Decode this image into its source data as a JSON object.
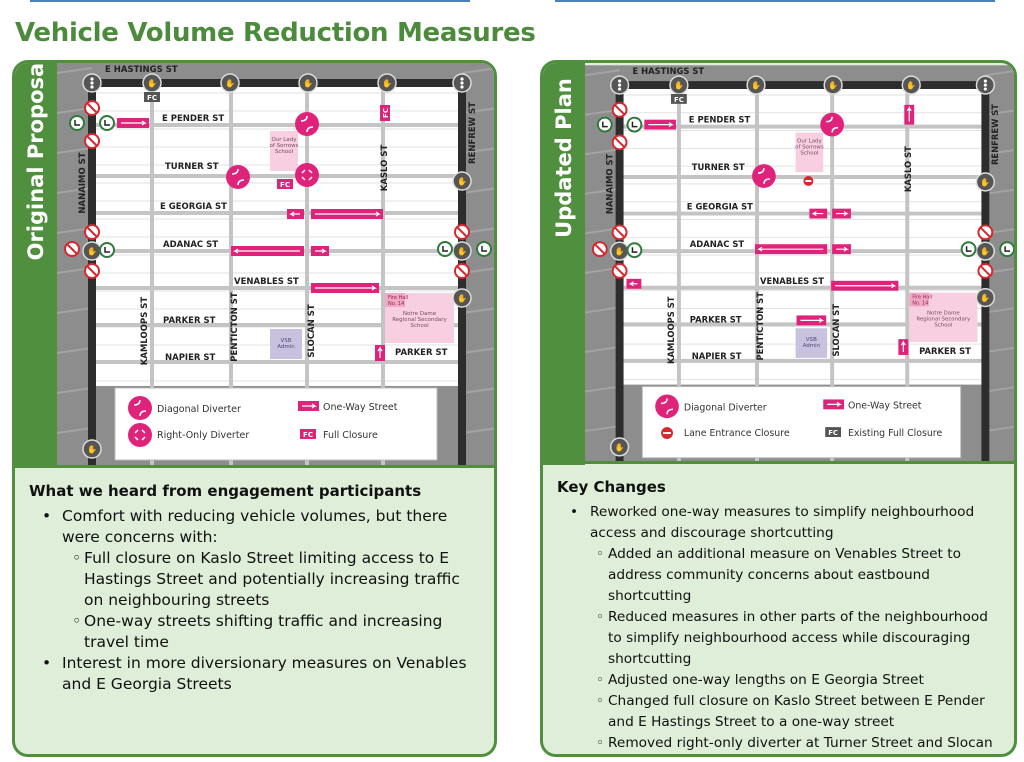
{
  "title": "Vehicle Volume Reduction Measures",
  "colors": {
    "brand_green": "#4f8f3e",
    "measure_pink": "#e0237a",
    "panel_bg": "#deeed9"
  },
  "streets": {
    "hastings": "E HASTINGS ST",
    "pender": "E PENDER ST",
    "turner": "TURNER ST",
    "georgia": "E GEORGIA ST",
    "adanac": "ADANAC ST",
    "venables": "VENABLES ST",
    "parker": "PARKER ST",
    "napier": "NAPIER ST",
    "parker2": "PARKER ST",
    "nanaimo": "NANAIMO ST",
    "kamloops": "KAMLOOPS ST",
    "penticton": "PENTICTON ST",
    "slocan": "SLOCAN ST",
    "kaslo": "KASLO ST",
    "renfrew": "RENFREW ST"
  },
  "places": {
    "school1": [
      "Our Lady",
      "of Sorrows",
      "School"
    ],
    "firehall": [
      "Fire Hall",
      "No. 14"
    ],
    "notredame": [
      "Notre Dame",
      "Regional Secondary",
      "School"
    ],
    "vsb": [
      "VSB",
      "Admin"
    ],
    "fc": "FC"
  },
  "left": {
    "label": "Original Proposal",
    "legend": [
      "Diagonal Diverter",
      "Right-Only Diverter",
      "One-Way Street",
      "Full Closure"
    ],
    "heading": "What we heard from engagement participants",
    "bullets": [
      {
        "text": "Comfort with reducing vehicle volumes, but there were concerns with:",
        "sub": [
          "Full closure on Kaslo Street limiting access to E Hastings Street and potentially increasing traffic on neighbouring streets",
          "One-way streets shifting traffic and increasing travel time"
        ]
      },
      {
        "text": "Interest in more diversionary measures on Venables and E Georgia Streets",
        "sub": []
      }
    ]
  },
  "right": {
    "label": "Updated Plan",
    "legend": [
      "Diagonal Diverter",
      "Lane Entrance Closure",
      "One-Way Street",
      "Existing Full Closure"
    ],
    "heading": "Key Changes",
    "bullets": [
      {
        "text": "Reworked one-way measures to simplify neighbourhood access and discourage shortcutting",
        "sub": [
          "Added an additional measure on Venables Street to address community concerns about eastbound shortcutting",
          "Reduced measures in other parts of the neighbourhood to simplify neighbourhood access while discouraging shortcutting",
          "Adjusted one-way lengths on E Georgia Street",
          "Changed full closure on Kaslo Street between E Pender and E Hastings Street to a one-way street",
          "Removed right-only diverter at Turner Street and Slocan Street"
        ]
      }
    ]
  }
}
